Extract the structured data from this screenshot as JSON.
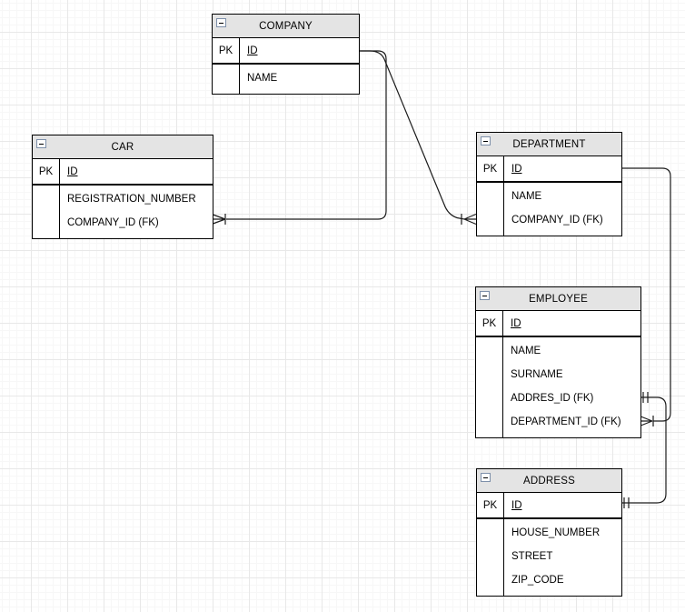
{
  "diagram": {
    "type": "er-diagram",
    "notation": "IDEF1X crow-foot",
    "entities": [
      {
        "name": "COMPANY",
        "pk_label": "PK",
        "key_attribute": "ID",
        "attributes": [
          "NAME"
        ],
        "collapse_icon": "minus-box-icon"
      },
      {
        "name": "CAR",
        "pk_label": "PK",
        "key_attribute": "ID",
        "attributes": [
          "REGISTRATION_NUMBER",
          "COMPANY_ID (FK)"
        ],
        "collapse_icon": "minus-box-icon"
      },
      {
        "name": "DEPARTMENT",
        "pk_label": "PK",
        "key_attribute": "ID",
        "attributes": [
          "NAME",
          "COMPANY_ID (FK)"
        ],
        "collapse_icon": "minus-box-icon"
      },
      {
        "name": "EMPLOYEE",
        "pk_label": "PK",
        "key_attribute": "ID",
        "attributes": [
          "NAME",
          "SURNAME",
          "ADDRES_ID (FK)",
          "DEPARTMENT_ID (FK)"
        ],
        "collapse_icon": "minus-box-icon"
      },
      {
        "name": "ADDRESS",
        "pk_label": "PK",
        "key_attribute": "ID",
        "attributes": [
          "HOUSE_NUMBER",
          "STREET",
          "ZIP_CODE"
        ],
        "collapse_icon": "minus-box-icon"
      }
    ],
    "relationships": [
      {
        "parent": "COMPANY",
        "child": "CAR",
        "parent_attribute": "ID",
        "child_attribute": "COMPANY_ID (FK)",
        "parent_end": "plain",
        "child_end": "crow-foot-with-tick"
      },
      {
        "parent": "COMPANY",
        "child": "DEPARTMENT",
        "parent_attribute": "ID",
        "child_attribute": "COMPANY_ID (FK)",
        "parent_end": "plain",
        "child_end": "crow-foot-with-tick"
      },
      {
        "parent": "DEPARTMENT",
        "child": "EMPLOYEE",
        "parent_attribute": "ID",
        "child_attribute": "DEPARTMENT_ID (FK)",
        "parent_end": "plain",
        "child_end": "crow-foot-with-tick"
      },
      {
        "parent": "ADDRESS",
        "child": "EMPLOYEE",
        "parent_attribute": "ID",
        "child_attribute": "ADDRES_ID (FK)",
        "parent_end": "double-tick",
        "child_end": "double-tick"
      }
    ],
    "colors": {
      "entity_header_bg": "#e4e4e4",
      "entity_border": "#000000",
      "relationship_line": "#1c1c1c",
      "grid_major": "#e8e8e8",
      "grid_minor": "#f7f7f7",
      "canvas_bg": "#ffffff"
    }
  }
}
